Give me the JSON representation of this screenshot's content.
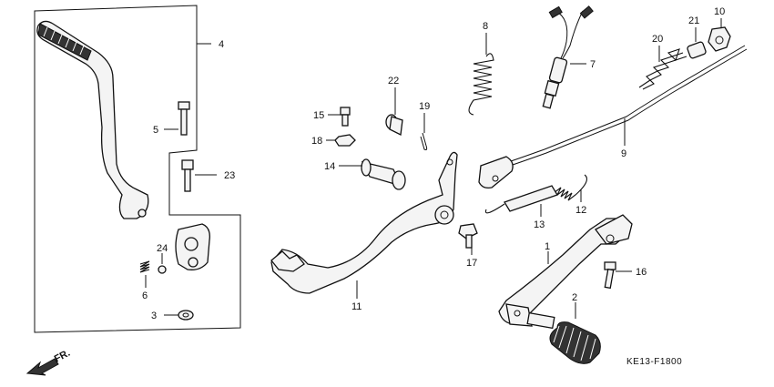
{
  "diagram": {
    "code": "KE13-F1800",
    "direction": "FR."
  },
  "callouts": [
    {
      "id": "c1",
      "label": "1"
    },
    {
      "id": "c2",
      "label": "2"
    },
    {
      "id": "c3",
      "label": "3"
    },
    {
      "id": "c4",
      "label": "4"
    },
    {
      "id": "c5",
      "label": "5"
    },
    {
      "id": "c6",
      "label": "6"
    },
    {
      "id": "c7",
      "label": "7"
    },
    {
      "id": "c8",
      "label": "8"
    },
    {
      "id": "c9",
      "label": "9"
    },
    {
      "id": "c10",
      "label": "10"
    },
    {
      "id": "c11",
      "label": "11"
    },
    {
      "id": "c12",
      "label": "12"
    },
    {
      "id": "c13",
      "label": "13"
    },
    {
      "id": "c14",
      "label": "14"
    },
    {
      "id": "c15",
      "label": "15"
    },
    {
      "id": "c16",
      "label": "16"
    },
    {
      "id": "c17",
      "label": "17"
    },
    {
      "id": "c18",
      "label": "18"
    },
    {
      "id": "c19",
      "label": "19"
    },
    {
      "id": "c20",
      "label": "20"
    },
    {
      "id": "c21",
      "label": "21"
    },
    {
      "id": "c22",
      "label": "22"
    },
    {
      "id": "c23",
      "label": "23"
    },
    {
      "id": "c24",
      "label": "24"
    }
  ]
}
